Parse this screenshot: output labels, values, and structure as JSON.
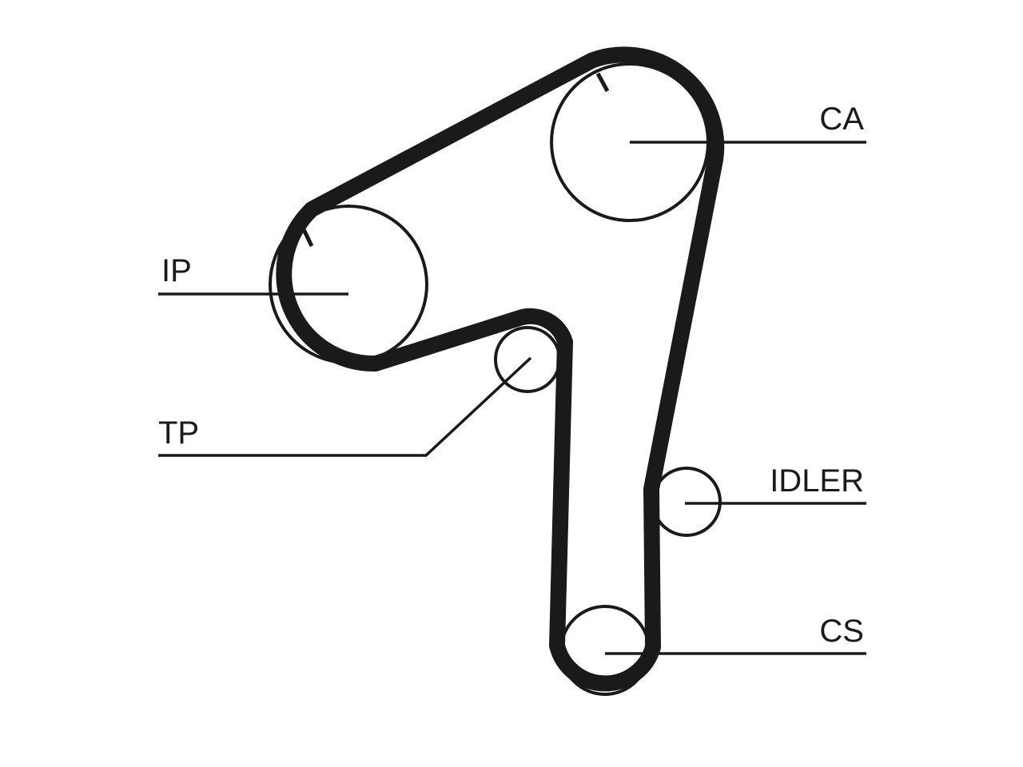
{
  "colors": {
    "stroke": "#1a1a1a",
    "background": "#ffffff"
  },
  "labels": {
    "camshaft": "CA",
    "injection_pump": "IP",
    "tensioner_pulley": "TP",
    "idler": "IDLER",
    "crankshaft": "CS"
  }
}
